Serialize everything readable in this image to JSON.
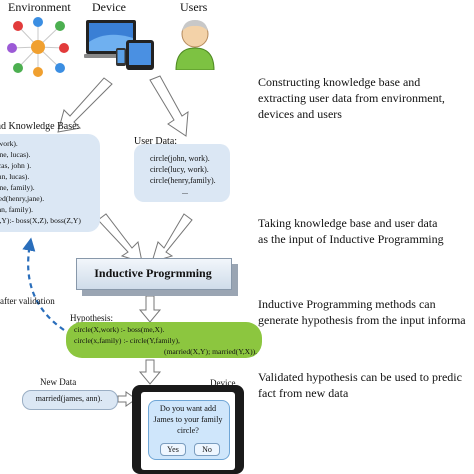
{
  "header": {
    "environment": "Environment",
    "device": "Device",
    "users": "Users"
  },
  "background_knowledge": {
    "title": "ound Knowledge Base:",
    "lines": [
      ", work).",
      "jane, lucas).",
      "ucas, john ).",
      "ohn, lucas).",
      "jane, family).",
      "ried(henry,jane).",
      "ann, family).",
      "X,Y):- boss(X,Z), boss(Z,Y)"
    ]
  },
  "user_data": {
    "title": "User Data:",
    "lines": [
      "circle(john, work).",
      "circle(lucy, work).",
      "circle(henry,family).",
      "..."
    ]
  },
  "inductive": {
    "label": "Inductive Progrmming"
  },
  "after_validation": "after validation",
  "hypothesis": {
    "title": "Hypothesis:",
    "lines": [
      "circle(X,work) :- boss(me,X).",
      "circle(x,family) :- circle(Y,family),",
      "(married(X,Y); married(Y,X))."
    ]
  },
  "new_data": {
    "title": "New Data",
    "value": "married(james, ann)."
  },
  "device_panel": {
    "title": "Device",
    "question": [
      "Do you want add",
      "James to your family",
      "circle?"
    ],
    "yes": "Yes",
    "no": "No"
  },
  "descriptions": [
    [
      "Constructing knowledge base and",
      "extracting user data from environment,",
      "devices and users"
    ],
    [
      "Taking knowledge base and user data",
      "as the input of Inductive Programming"
    ],
    [
      "Inductive Programming methods can",
      "generate hypothesis from the input informa"
    ],
    [
      "Validated hypothesis can be used to predic",
      "fact from new data"
    ]
  ],
  "colors": {
    "hypothesis_green": "#8cc63f",
    "box_blue": "#dbe7f4",
    "arrow_blue": "#2a6ebb"
  },
  "icons": [
    "environment-icon",
    "device-icon",
    "user-icon"
  ]
}
